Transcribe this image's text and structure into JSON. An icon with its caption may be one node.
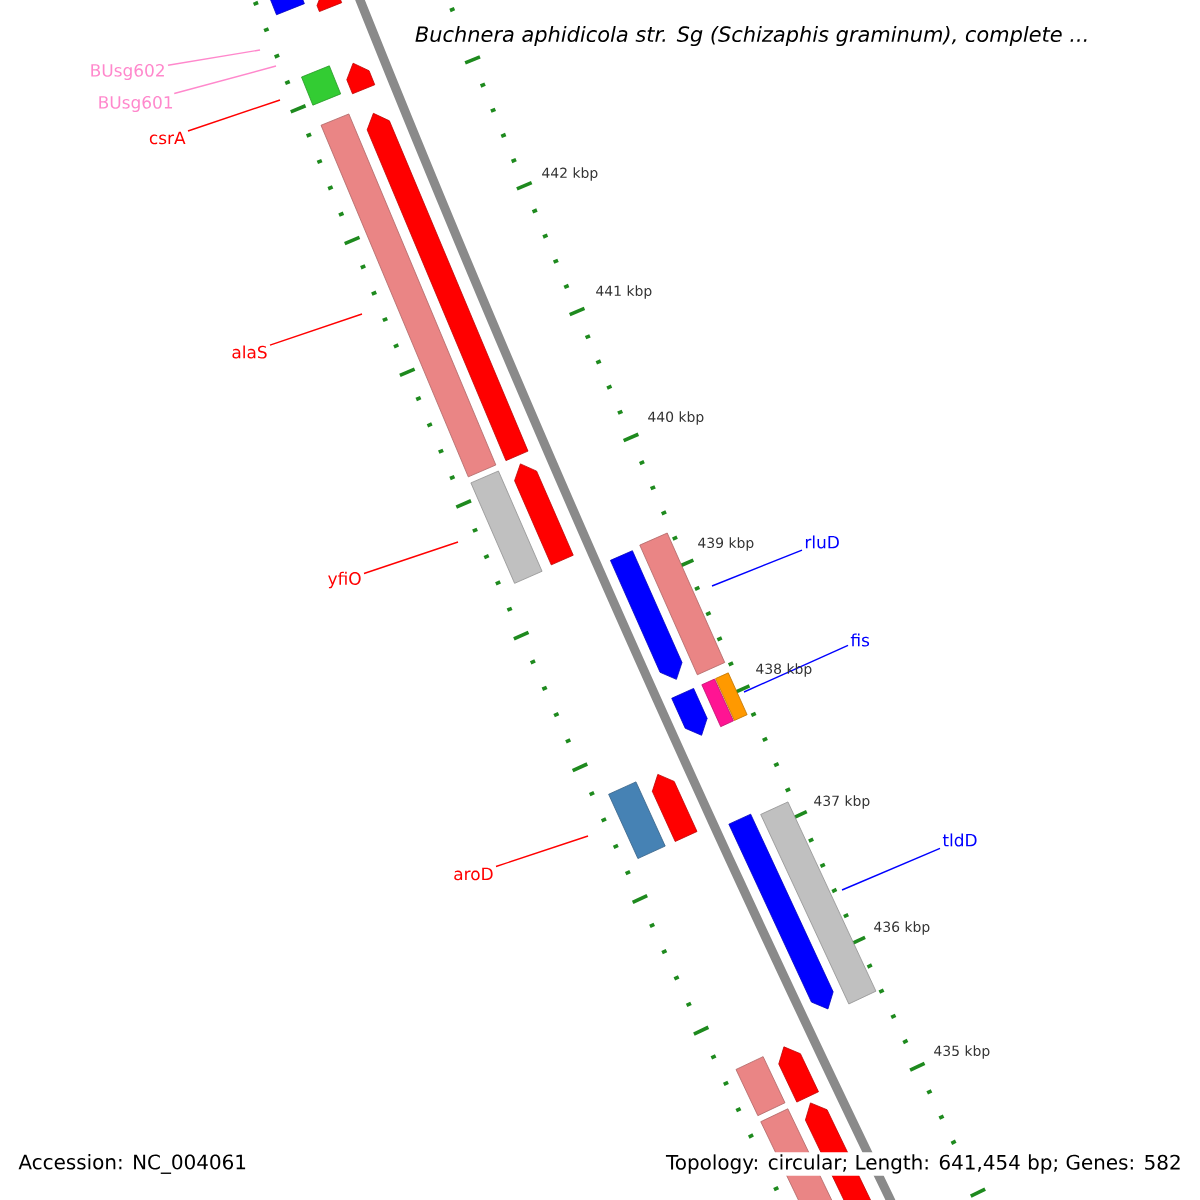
{
  "diagram": {
    "title": "Buchnera aphidicola str. Sg (Schizaphis graminum), complete ...",
    "nodes": [
      {
        "text": [
          "BUsg602"
        ]
      },
      {
        "text": [
          "BUsg601"
        ]
      },
      {
        "text": [
          "csrA"
        ]
      },
      {
        "text": [
          "alaS"
        ]
      },
      {
        "text": [
          "yfiO"
        ]
      },
      {
        "text": [
          "aroD"
        ]
      },
      {
        "text": [
          "rluD"
        ]
      },
      {
        "text": [
          "fis"
        ]
      },
      {
        "text": [
          "tldD"
        ]
      }
    ],
    "edges": [
      {
        "from": 0,
        "to": null,
        "arrow": "none",
        "color": "#ff88cc"
      },
      {
        "from": 1,
        "to": null,
        "arrow": "none",
        "color": "#ff88cc"
      },
      {
        "from": 2,
        "to": null,
        "arrow": "none"
      },
      {
        "from": 3,
        "to": null,
        "arrow": "none"
      },
      {
        "from": 4,
        "to": null,
        "arrow": "none"
      },
      {
        "from": 5,
        "to": null,
        "arrow": "none"
      },
      {
        "from": 6,
        "to": null,
        "arrow": "none",
        "color": "#0000ff"
      },
      {
        "from": 7,
        "to": null,
        "arrow": "none",
        "color": "#0000ff"
      },
      {
        "from": 8,
        "to": null,
        "arrow": "none",
        "color": "#0000ff"
      }
    ],
    "labels": [
      "442 kbp",
      "441 kbp",
      "440 kbp",
      "439 kbp",
      "438 kbp",
      "437 kbp",
      "436 kbp",
      "435 kbp",
      "Accession: NC_004061",
      "Topology: circular; Length: 641,454 bp; Genes: 582"
    ]
  }
}
